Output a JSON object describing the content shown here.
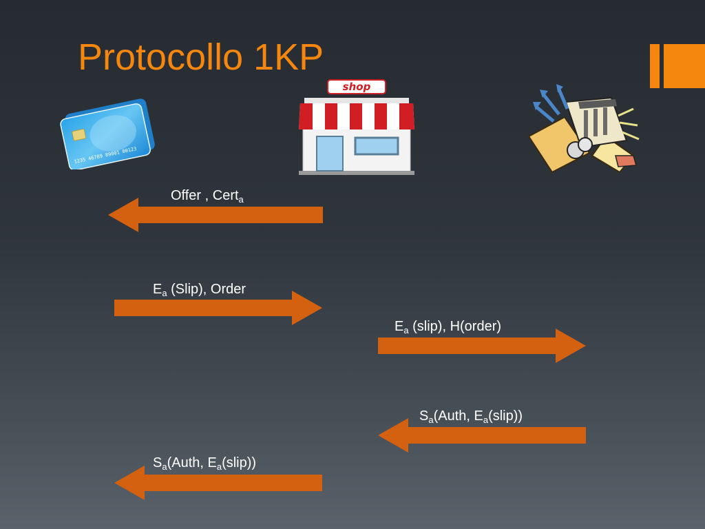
{
  "title": "Protocollo 1KP",
  "colors": {
    "accent": "#f5870f",
    "arrow": "#d4610f",
    "text": "#ffffff"
  },
  "icons": {
    "client": "credit-card-icon",
    "merchant": "shop-icon",
    "bank": "bank-finance-icon"
  },
  "card": {
    "number": "1235 46789 89001 00123"
  },
  "shop": {
    "sign": "shop"
  },
  "messages": [
    {
      "id": "m1",
      "direction": "left",
      "parts": [
        "Offer , Cert",
        "a",
        ""
      ]
    },
    {
      "id": "m2",
      "direction": "right",
      "parts": [
        "E",
        "a",
        " (Slip), Order"
      ]
    },
    {
      "id": "m3",
      "direction": "right",
      "parts": [
        "E",
        "a",
        " (slip), H(order)"
      ]
    },
    {
      "id": "m4",
      "direction": "left",
      "parts": [
        "S",
        "a",
        "(Auth, E",
        "a",
        "(slip))"
      ]
    },
    {
      "id": "m5",
      "direction": "left",
      "parts": [
        "S",
        "a",
        "(Auth, E",
        "a",
        "(slip))"
      ]
    }
  ]
}
